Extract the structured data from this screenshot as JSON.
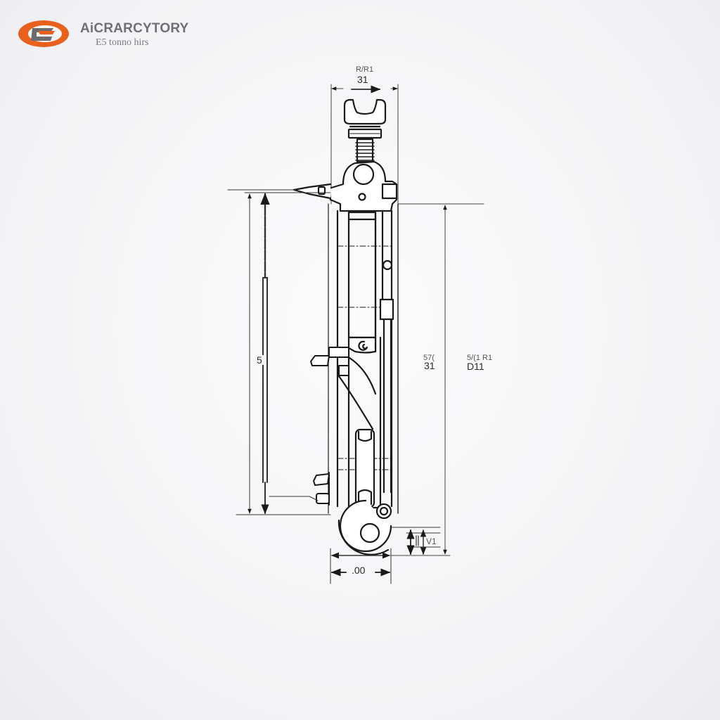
{
  "brand": {
    "name": "AiCRARCYTORY",
    "subtitle": "E5 tonno hirs",
    "logo_colors": {
      "ring": "#e8601c",
      "inner": "#6b6b70"
    }
  },
  "drawing": {
    "type": "technical-drawing",
    "subject": "vertical clamp / strut assembly",
    "line_color": "#1a1a1a",
    "dimension_line_color": "#555555"
  },
  "dimensions": {
    "top_width": {
      "superscript": "R/R1",
      "value": "31"
    },
    "left_height": {
      "value": "5"
    },
    "right_inner": {
      "superscript": "57(",
      "value": "31"
    },
    "right_outer": {
      "superscript": "5/(1 R1",
      "value": "D11"
    },
    "bottom_width": {
      "value": ".00"
    },
    "bottom_right_small": {
      "value": "V1"
    }
  }
}
